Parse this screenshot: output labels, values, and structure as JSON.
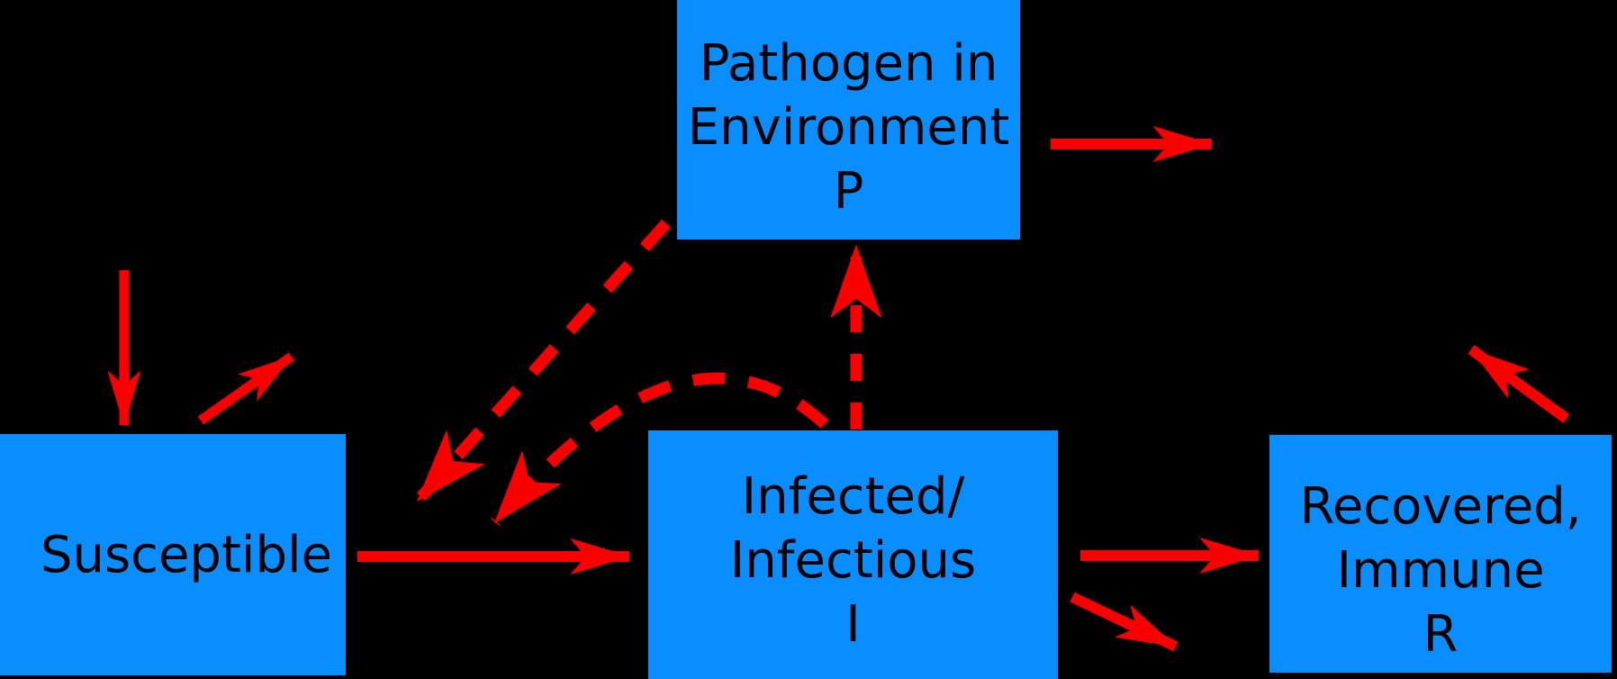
{
  "colors": {
    "background": "#000000",
    "box_fill": "#0a8eff",
    "box_text": "#000000",
    "arrow_red": "#fb0000"
  },
  "nodes": {
    "pathogen_environment": {
      "lines": [
        "Pathogen in",
        "Environment",
        "P"
      ]
    },
    "susceptible": {
      "lines": [
        "Susceptible"
      ]
    },
    "infected": {
      "lines": [
        "Infected/",
        "Infectious",
        "I"
      ]
    },
    "recovered": {
      "lines": [
        "Recovered,",
        "Immune",
        "R"
      ]
    }
  },
  "edges": [
    {
      "name": "arrow-into-susceptible-top",
      "style": "solid",
      "from": "outside-top",
      "to": "susceptible"
    },
    {
      "name": "arrow-out-of-susceptible-top",
      "style": "solid",
      "from": "susceptible",
      "to": "outside-upper-right"
    },
    {
      "name": "arrow-susceptible-to-infected",
      "style": "solid",
      "from": "susceptible",
      "to": "infected"
    },
    {
      "name": "arrow-infected-to-recovered",
      "style": "solid",
      "from": "infected",
      "to": "recovered"
    },
    {
      "name": "arrow-out-of-infected-bottom",
      "style": "solid",
      "from": "infected",
      "to": "outside-lower-right"
    },
    {
      "name": "arrow-out-of-pathogen-right",
      "style": "solid",
      "from": "pathogen_environment",
      "to": "outside-right"
    },
    {
      "name": "arrow-out-of-recovered-top",
      "style": "solid",
      "from": "recovered",
      "to": "outside-upper-left"
    },
    {
      "name": "dashed-arrow-infected-to-pathogen",
      "style": "dashed",
      "from": "infected",
      "to": "pathogen_environment"
    },
    {
      "name": "dashed-arrow-pathogen-to-susceptible",
      "style": "dashed",
      "from": "pathogen_environment",
      "to": "susceptible"
    },
    {
      "name": "dashed-curved-arrow-infected-to-susceptible",
      "style": "dashed-curved",
      "from": "infected",
      "to": "susceptible"
    }
  ]
}
